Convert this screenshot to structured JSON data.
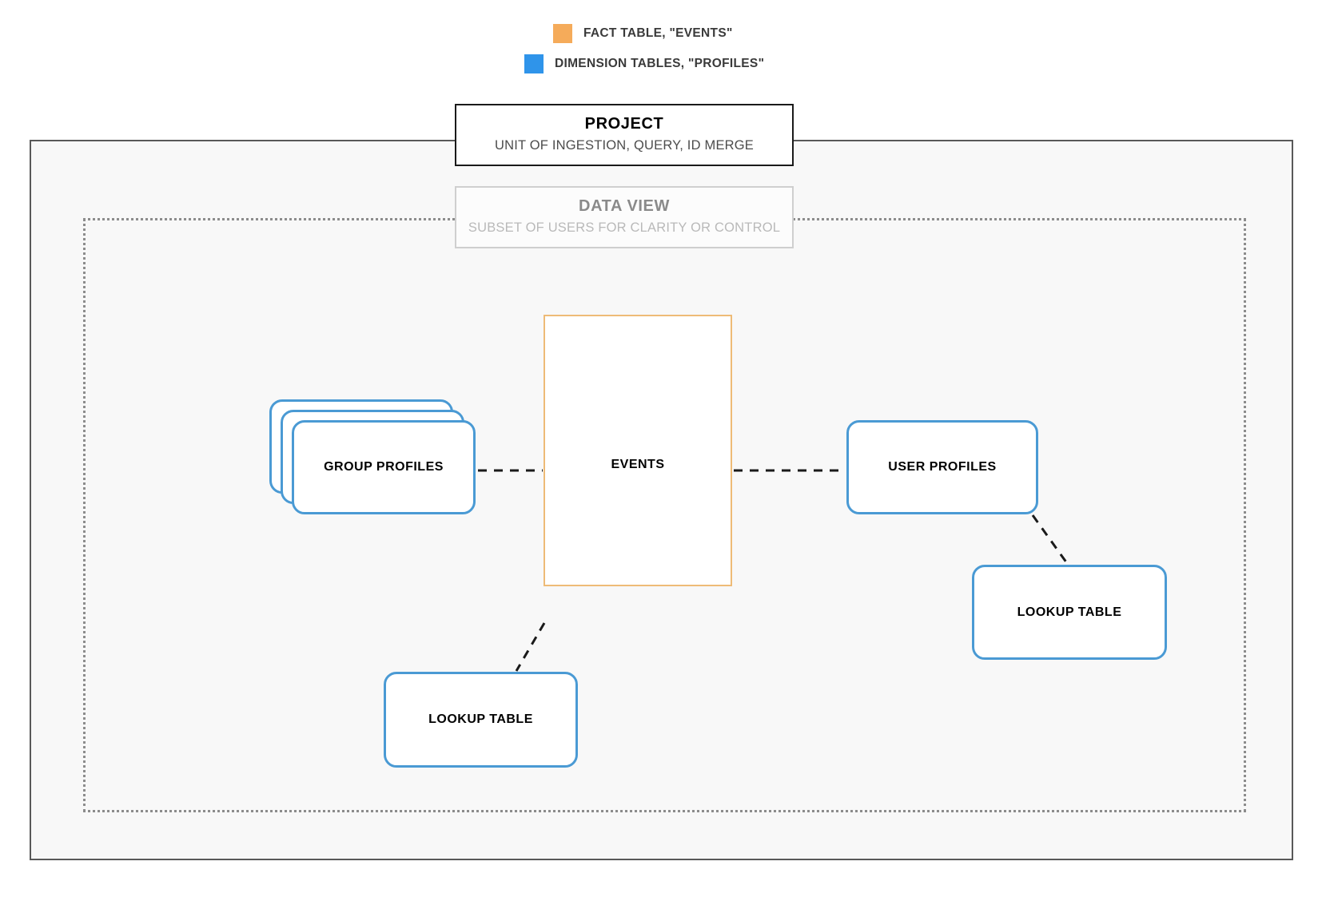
{
  "legend": {
    "items": [
      {
        "label": "FACT TABLE, \"EVENTS\"",
        "color": "#f5ab5a",
        "swatch": "orange-square-swatch"
      },
      {
        "label": "DIMENSION TABLES, \"PROFILES\"",
        "color": "#2f94ea",
        "swatch": "blue-square-swatch"
      }
    ]
  },
  "project": {
    "title": "PROJECT",
    "subtitle": "UNIT OF INGESTION, QUERY, ID MERGE",
    "border_color": "#1a1a1a",
    "background_color": "#f8f8f8"
  },
  "data_view": {
    "title": "DATA VIEW",
    "subtitle": "SUBSET OF USERS FOR CLARITY OR CONTROL",
    "border_color": "#cfcfcf",
    "dotted_border_color": "#8c8c8c"
  },
  "nodes": {
    "events": {
      "label": "EVENTS",
      "type": "fact-table",
      "border_color": "#eebb77"
    },
    "group_profiles": {
      "label": "GROUP PROFILES",
      "type": "dimension-table-stack",
      "stack_count": 3,
      "border_color": "#4a9ad4"
    },
    "user_profiles": {
      "label": "USER PROFILES",
      "type": "dimension-table",
      "border_color": "#4a9ad4"
    },
    "lookup_left": {
      "label": "LOOKUP TABLE",
      "type": "dimension-table",
      "border_color": "#4a9ad4"
    },
    "lookup_right": {
      "label": "LOOKUP TABLE",
      "type": "dimension-table",
      "border_color": "#4a9ad4"
    }
  },
  "connectors": {
    "style": "dashed",
    "color": "#1a1a1a",
    "edges": [
      {
        "from": "group_profiles",
        "to": "events"
      },
      {
        "from": "events",
        "to": "user_profiles"
      },
      {
        "from": "events",
        "to": "lookup_left"
      },
      {
        "from": "user_profiles",
        "to": "lookup_right"
      }
    ]
  }
}
